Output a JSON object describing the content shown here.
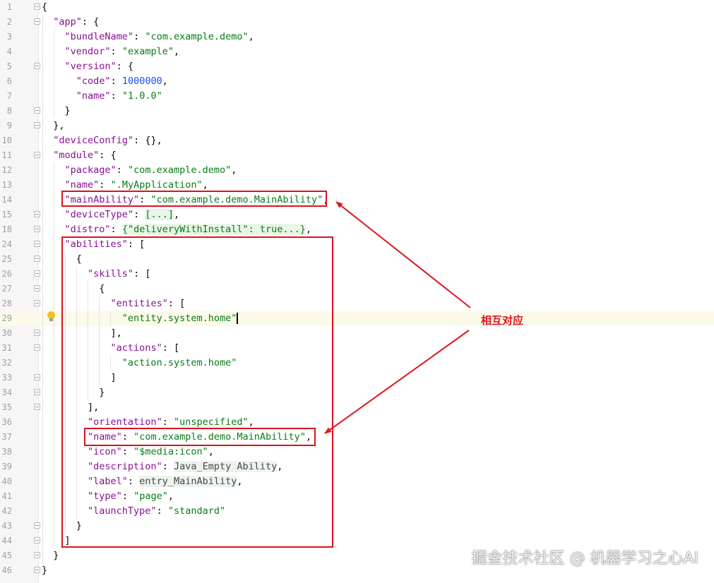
{
  "lines": [
    {
      "n": "1",
      "fold": true,
      "tokens": [
        [
          "p",
          "{"
        ]
      ]
    },
    {
      "n": "2",
      "fold": true,
      "tokens": [
        [
          "p",
          "  "
        ],
        [
          "key",
          "\"app\""
        ],
        [
          "p",
          ": {"
        ]
      ]
    },
    {
      "n": "3",
      "tokens": [
        [
          "p",
          "    "
        ],
        [
          "key",
          "\"bundleName\""
        ],
        [
          "p",
          ": "
        ],
        [
          "str",
          "\"com.example.demo\""
        ],
        [
          "p",
          ","
        ]
      ]
    },
    {
      "n": "4",
      "tokens": [
        [
          "p",
          "    "
        ],
        [
          "key",
          "\"vendor\""
        ],
        [
          "p",
          ": "
        ],
        [
          "str",
          "\"example\""
        ],
        [
          "p",
          ","
        ]
      ]
    },
    {
      "n": "5",
      "fold": true,
      "tokens": [
        [
          "p",
          "    "
        ],
        [
          "key",
          "\"version\""
        ],
        [
          "p",
          ": {"
        ]
      ]
    },
    {
      "n": "6",
      "tokens": [
        [
          "p",
          "      "
        ],
        [
          "key",
          "\"code\""
        ],
        [
          "p",
          ": "
        ],
        [
          "num",
          "1000000"
        ],
        [
          "p",
          ","
        ]
      ]
    },
    {
      "n": "7",
      "tokens": [
        [
          "p",
          "      "
        ],
        [
          "key",
          "\"name\""
        ],
        [
          "p",
          ": "
        ],
        [
          "str",
          "\"1.0.0\""
        ]
      ]
    },
    {
      "n": "8",
      "fold": true,
      "tokens": [
        [
          "p",
          "    }"
        ]
      ]
    },
    {
      "n": "9",
      "fold": true,
      "tokens": [
        [
          "p",
          "  },"
        ]
      ]
    },
    {
      "n": "10",
      "tokens": [
        [
          "p",
          "  "
        ],
        [
          "key",
          "\"deviceConfig\""
        ],
        [
          "p",
          ": {},"
        ]
      ]
    },
    {
      "n": "11",
      "fold": true,
      "tokens": [
        [
          "p",
          "  "
        ],
        [
          "key",
          "\"module\""
        ],
        [
          "p",
          ": {"
        ]
      ]
    },
    {
      "n": "12",
      "tokens": [
        [
          "p",
          "    "
        ],
        [
          "key",
          "\"package\""
        ],
        [
          "p",
          ": "
        ],
        [
          "str",
          "\"com.example.demo\""
        ],
        [
          "p",
          ","
        ]
      ]
    },
    {
      "n": "13",
      "tokens": [
        [
          "p",
          "    "
        ],
        [
          "key",
          "\"name\""
        ],
        [
          "p",
          ": "
        ],
        [
          "str",
          "\".MyApplication\""
        ],
        [
          "p",
          ","
        ]
      ]
    },
    {
      "n": "14",
      "tokens": [
        [
          "p",
          "    "
        ],
        [
          "key",
          "\"mainAbility\""
        ],
        [
          "p",
          ": "
        ],
        [
          "str",
          "\"com.example.demo.MainAbility\""
        ],
        [
          "p",
          ","
        ]
      ]
    },
    {
      "n": "15",
      "fold": true,
      "tokens": [
        [
          "p",
          "    "
        ],
        [
          "key",
          "\"deviceType\""
        ],
        [
          "p",
          ": "
        ],
        [
          "fold",
          "[...]"
        ],
        [
          "p",
          ","
        ]
      ]
    },
    {
      "n": "18",
      "fold": true,
      "tokens": [
        [
          "p",
          "    "
        ],
        [
          "key",
          "\"distro\""
        ],
        [
          "p",
          ": "
        ],
        [
          "fold",
          "{\"deliveryWithInstall\": true...}"
        ],
        [
          "p",
          ","
        ]
      ]
    },
    {
      "n": "24",
      "fold": true,
      "tokens": [
        [
          "p",
          "    "
        ],
        [
          "key",
          "\"abilities\""
        ],
        [
          "p",
          ": ["
        ]
      ]
    },
    {
      "n": "25",
      "fold": true,
      "tokens": [
        [
          "p",
          "      {"
        ]
      ]
    },
    {
      "n": "26",
      "fold": true,
      "tokens": [
        [
          "p",
          "        "
        ],
        [
          "key",
          "\"skills\""
        ],
        [
          "p",
          ": ["
        ]
      ]
    },
    {
      "n": "27",
      "fold": true,
      "tokens": [
        [
          "p",
          "          {"
        ]
      ]
    },
    {
      "n": "28",
      "fold": true,
      "tokens": [
        [
          "p",
          "            "
        ],
        [
          "key",
          "\"entities\""
        ],
        [
          "p",
          ": ["
        ]
      ]
    },
    {
      "n": "29",
      "current": true,
      "tokens": [
        [
          "p",
          "              "
        ],
        [
          "str",
          "\"entity.system.home\""
        ],
        [
          "caret",
          ""
        ]
      ]
    },
    {
      "n": "30",
      "fold": true,
      "tokens": [
        [
          "p",
          "            ],"
        ]
      ]
    },
    {
      "n": "31",
      "fold": true,
      "tokens": [
        [
          "p",
          "            "
        ],
        [
          "key",
          "\"actions\""
        ],
        [
          "p",
          ": ["
        ]
      ]
    },
    {
      "n": "32",
      "tokens": [
        [
          "p",
          "              "
        ],
        [
          "str",
          "\"action.system.home\""
        ]
      ]
    },
    {
      "n": "33",
      "fold": true,
      "tokens": [
        [
          "p",
          "            ]"
        ]
      ]
    },
    {
      "n": "34",
      "fold": true,
      "tokens": [
        [
          "p",
          "          }"
        ]
      ]
    },
    {
      "n": "35",
      "fold": true,
      "tokens": [
        [
          "p",
          "        ],"
        ]
      ]
    },
    {
      "n": "36",
      "tokens": [
        [
          "p",
          "        "
        ],
        [
          "key",
          "\"orientation\""
        ],
        [
          "p",
          ": "
        ],
        [
          "str",
          "\"unspecified\""
        ],
        [
          "p",
          ","
        ]
      ]
    },
    {
      "n": "37",
      "tokens": [
        [
          "p",
          "        "
        ],
        [
          "key",
          "\"name\""
        ],
        [
          "p",
          ": "
        ],
        [
          "str",
          "\"com.example.demo.MainAbility\""
        ],
        [
          "p",
          ","
        ]
      ]
    },
    {
      "n": "38",
      "tokens": [
        [
          "p",
          "        "
        ],
        [
          "key",
          "\"icon\""
        ],
        [
          "p",
          ": "
        ],
        [
          "str",
          "\"$media:icon\""
        ],
        [
          "p",
          ","
        ]
      ]
    },
    {
      "n": "39",
      "tokens": [
        [
          "p",
          "        "
        ],
        [
          "key",
          "\"description\""
        ],
        [
          "p",
          ": "
        ],
        [
          "plain",
          "Java_Empty Ability"
        ],
        [
          "p",
          ","
        ]
      ]
    },
    {
      "n": "40",
      "tokens": [
        [
          "p",
          "        "
        ],
        [
          "key",
          "\"label\""
        ],
        [
          "p",
          ": "
        ],
        [
          "plain",
          "entry_MainAbility"
        ],
        [
          "p",
          ","
        ]
      ]
    },
    {
      "n": "41",
      "tokens": [
        [
          "p",
          "        "
        ],
        [
          "key",
          "\"type\""
        ],
        [
          "p",
          ": "
        ],
        [
          "str",
          "\"page\""
        ],
        [
          "p",
          ","
        ]
      ]
    },
    {
      "n": "42",
      "tokens": [
        [
          "p",
          "        "
        ],
        [
          "key",
          "\"launchType\""
        ],
        [
          "p",
          ": "
        ],
        [
          "str",
          "\"standard\""
        ]
      ]
    },
    {
      "n": "43",
      "fold": true,
      "tokens": [
        [
          "p",
          "      }"
        ]
      ]
    },
    {
      "n": "44",
      "fold": true,
      "tokens": [
        [
          "p",
          "    ]"
        ]
      ]
    },
    {
      "n": "45",
      "fold": true,
      "tokens": [
        [
          "p",
          "  }"
        ]
      ]
    },
    {
      "n": "46",
      "fold": true,
      "tokens": [
        [
          "p",
          "}"
        ]
      ]
    }
  ],
  "annotation": {
    "label": "相互对应",
    "color": "#e0141e"
  },
  "watermark": "掘金技术社区 @ 机器学习之心AI",
  "colors": {
    "key": "#871094",
    "string": "#067d17",
    "number": "#1750eb",
    "highlight_box": "#d9141e",
    "current_line": "#fcfae8"
  }
}
